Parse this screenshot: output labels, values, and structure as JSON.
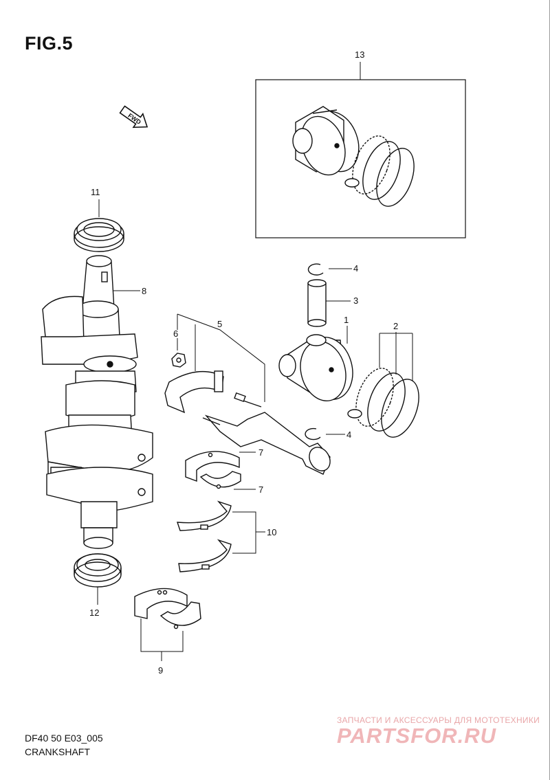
{
  "figure": {
    "title": "FIG.5",
    "code": "DF40 50 E03_005",
    "name": "CRANKSHAFT"
  },
  "fwd_arrow": {
    "label": "FWD"
  },
  "callouts": {
    "c1": "1",
    "c2": "2",
    "c3": "3",
    "c4a": "4",
    "c4b": "4",
    "c5": "5",
    "c6": "6",
    "c7a": "7",
    "c7b": "7",
    "c8": "8",
    "c9": "9",
    "c10": "10",
    "c11": "11",
    "c12": "12",
    "c13": "13"
  },
  "watermark": {
    "tagline": "ЗАПЧАСТИ И АКСЕССУАРЫ ДЛЯ МОТОТЕХНИКИ",
    "logo": "PARTSFOR.RU",
    "tagline_color": "#e9a6a8",
    "logo_color": "#f0b6b8"
  },
  "colors": {
    "line": "#111111",
    "fill": "#ffffff",
    "shade": "#d9d9d9"
  }
}
